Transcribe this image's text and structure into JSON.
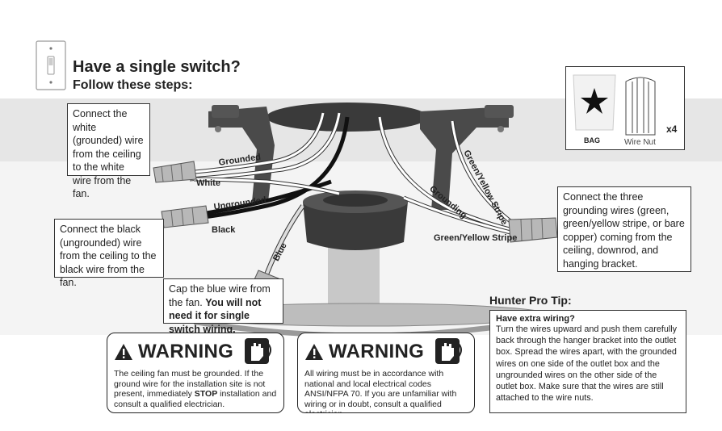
{
  "header": {
    "title": "Have a single switch?",
    "subtitle": "Follow these steps:",
    "switch_icon": "wall-switch-icon"
  },
  "parts": {
    "bag_label": "BAG",
    "wire_nut_label": "Wire Nut",
    "quantity": "x4",
    "bag_icon": "star-icon",
    "nut_icon": "wire-nut-icon"
  },
  "callouts": {
    "white": "Connect the white (grounded) wire from the ceiling to the white wire from the fan.",
    "black": "Connect the black (ungrounded) wire from the ceiling to the black wire from the fan.",
    "blue_plain": "Cap the blue wire from the fan. ",
    "blue_bold": "You will not need it for single switch wiring.",
    "ground": "Connect the three grounding wires (green, green/yellow stripe, or bare copper) coming from the ceiling, downrod, and hanging bracket."
  },
  "wire_labels": {
    "grounded": "Grounded",
    "white": "White",
    "ungrounded": "Ungrounded",
    "black": "Black",
    "blue": "Blue",
    "grounding": "Grounding",
    "green_yellow_stripe": "Green/Yellow Stripe",
    "green_yellow_stripe_2": "Green/Yellow Stripe"
  },
  "warnings": [
    {
      "title": "WARNING",
      "text_1": "The ceiling fan must be grounded. If the ground wire for the installation site is not present, immediately ",
      "text_bold": "STOP",
      "text_2": " installation and consult a qualified electrician."
    },
    {
      "title": "WARNING",
      "text": "All wiring must be in accordance with national and local electrical codes ANSI/NFPA 70.  If you are unfamiliar with wiring or in doubt, consult a qualified electrician."
    }
  ],
  "tip": {
    "title": "Hunter Pro Tip:",
    "heading": "Have extra wiring?",
    "text": "Turn the wires upward and push them carefully back through the hanger bracket into the outlet box. Spread the wires apart, with the grounded wires on one side of the outlet box and the ungrounded wires on the other side of the outlet box. Make sure that the wires are still attached to the wire nuts."
  }
}
